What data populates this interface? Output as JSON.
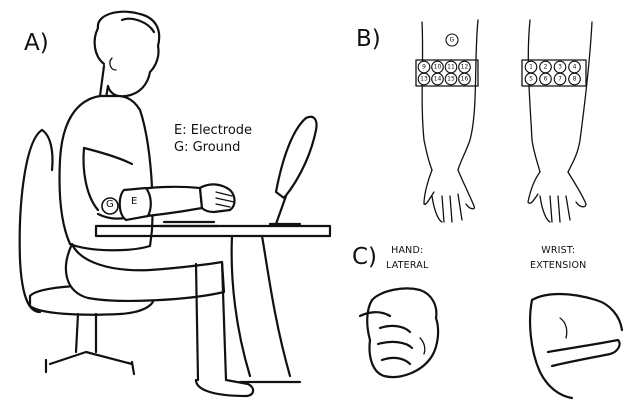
{
  "panels": {
    "a": {
      "label": "A)"
    },
    "b": {
      "label": "B)"
    },
    "c": {
      "label": "C)"
    }
  },
  "legend": {
    "electrode": "E:  Electrode",
    "ground": "G:  Ground"
  },
  "markers": {
    "ground": "G",
    "electrode": "E"
  },
  "gestures": {
    "hand_lateral": [
      "HAND:",
      "LATERAL"
    ],
    "wrist_extension": [
      "WRIST:",
      "EXTENSION"
    ]
  },
  "forearm_electrodes": {
    "ground_label": "G",
    "front_left": [
      "9",
      "10",
      "11",
      "12",
      "13",
      "14",
      "15",
      "16"
    ],
    "back_right": [
      "1",
      "2",
      "3",
      "4",
      "5",
      "6",
      "7",
      "8"
    ]
  }
}
